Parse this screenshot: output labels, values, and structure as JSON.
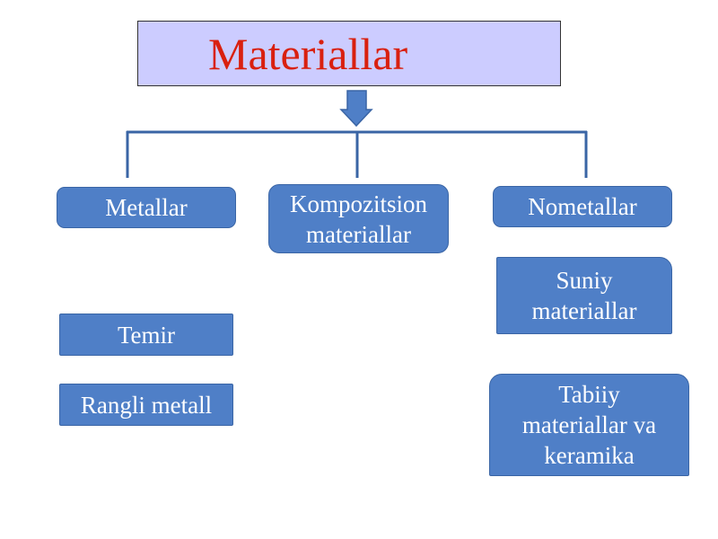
{
  "title": "Materiallar",
  "nodes": {
    "metallar": "Metallar",
    "kompozitsion_line1": "Kompozitsion",
    "kompozitsion_line2": "materiallar",
    "nometallar": "Nometallar",
    "temir": "Temir",
    "rangli_metall": "Rangli metall",
    "suniy_line1": "Suniy",
    "suniy_line2": "materiallar",
    "tabiiy_line1": "Tabiiy",
    "tabiiy_line2": "materiallar va",
    "tabiiy_line3": "keramika"
  },
  "colors": {
    "title_fill": "#ccccff",
    "title_text": "#d9200f",
    "node_fill": "#4f7fc7",
    "node_text": "#ffffff",
    "connector": "#3a65a5"
  }
}
